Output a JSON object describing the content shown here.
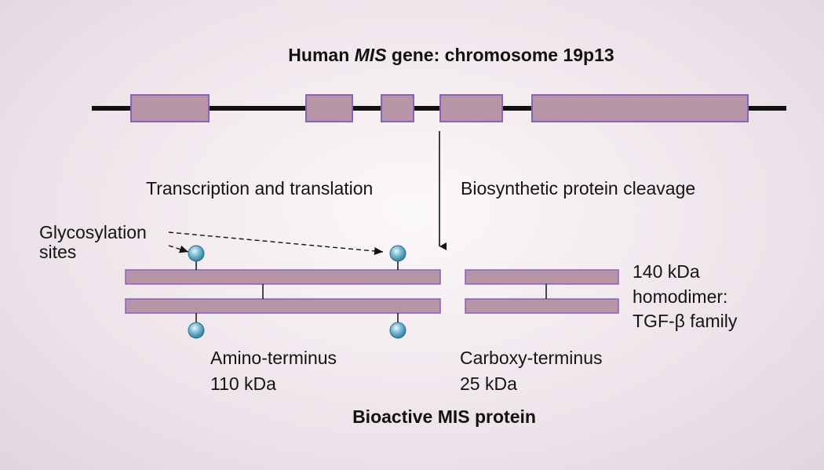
{
  "title": {
    "prefix": "Human ",
    "gene": "MIS",
    "suffix": " gene: chromosome 19p13"
  },
  "labels": {
    "transcription": "Transcription and translation",
    "cleavage": "Biosynthetic protein cleavage",
    "glyco_line1": "Glycosylation",
    "glyco_line2": "sites",
    "dimer_line1": "140 kDa",
    "dimer_line2": "homodimer:",
    "dimer_line3": "TGF-β family",
    "amino_line1": "Amino-terminus",
    "amino_line2": "110 kDa",
    "carboxy_line1": "Carboxy-terminus",
    "carboxy_line2": "25 kDa"
  },
  "bottom_title": "Bioactive MIS protein",
  "colors": {
    "exon_fill": "#b595a6",
    "exon_stroke": "#8a62b8",
    "gene_line": "#111111",
    "bead": "#5aa5c2"
  }
}
